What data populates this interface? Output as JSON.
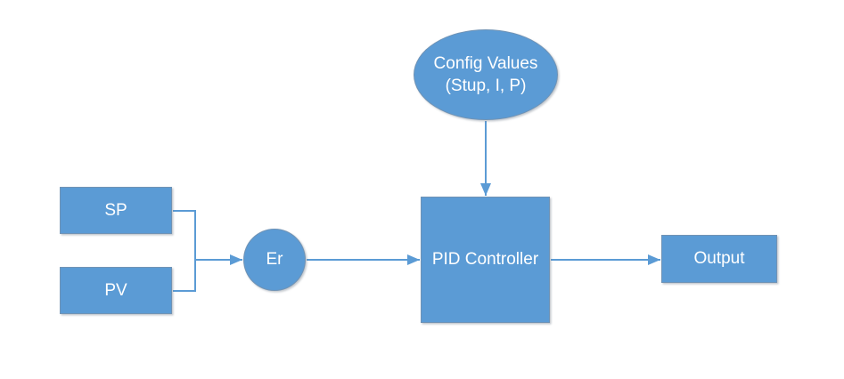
{
  "diagram": {
    "background_color": "#ffffff",
    "shape_fill_color": "#5b9bd5",
    "shape_text_color": "#ffffff",
    "connector_color": "#5b9bd5",
    "nodes": {
      "config_values": {
        "shape": "ellipse",
        "label_line1": "Config Values",
        "label_line2": "(Stup, I, P)"
      },
      "sp": {
        "shape": "rectangle",
        "label": "SP"
      },
      "pv": {
        "shape": "rectangle",
        "label": "PV"
      },
      "er": {
        "shape": "circle",
        "label": "Er"
      },
      "pid_controller": {
        "shape": "rectangle",
        "label": "PID Controller"
      },
      "output": {
        "shape": "rectangle",
        "label": "Output"
      }
    },
    "connections": [
      {
        "from": "sp",
        "to": "junction",
        "arrow": false
      },
      {
        "from": "pv",
        "to": "junction",
        "arrow": false
      },
      {
        "from": "junction",
        "to": "er",
        "arrow": true
      },
      {
        "from": "er",
        "to": "pid_controller",
        "arrow": true
      },
      {
        "from": "pid_controller",
        "to": "output",
        "arrow": true
      },
      {
        "from": "config_values",
        "to": "pid_controller",
        "arrow": true
      }
    ]
  }
}
